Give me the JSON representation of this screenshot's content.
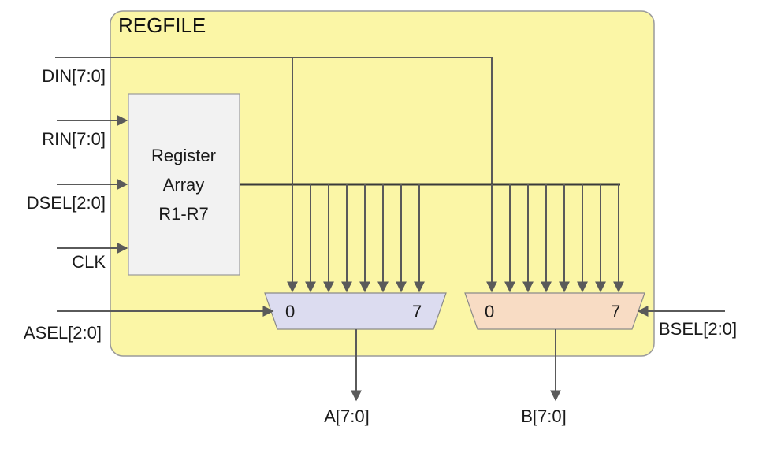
{
  "colors": {
    "regfile_fill": "#fbf6a6",
    "regfile_stroke": "#9a9a9a",
    "register_fill": "#f2f2f2",
    "mux_a_fill": "#dcdcf0",
    "mux_b_fill": "#f8dcc4",
    "wire": "#5a5a5a"
  },
  "regfile": {
    "title": "REGFILE"
  },
  "register_array": {
    "line1": "Register",
    "line2": "Array",
    "line3": "R1-R7"
  },
  "inputs": {
    "din": "DIN[7:0]",
    "rin": "RIN[7:0]",
    "dsel": "DSEL[2:0]",
    "clk": "CLK",
    "asel": "ASEL[2:0]",
    "bsel": "BSEL[2:0]"
  },
  "mux_a": {
    "low_label": "0",
    "high_label": "7",
    "output": "A[7:0]"
  },
  "mux_b": {
    "low_label": "0",
    "high_label": "7",
    "output": "B[7:0]"
  }
}
